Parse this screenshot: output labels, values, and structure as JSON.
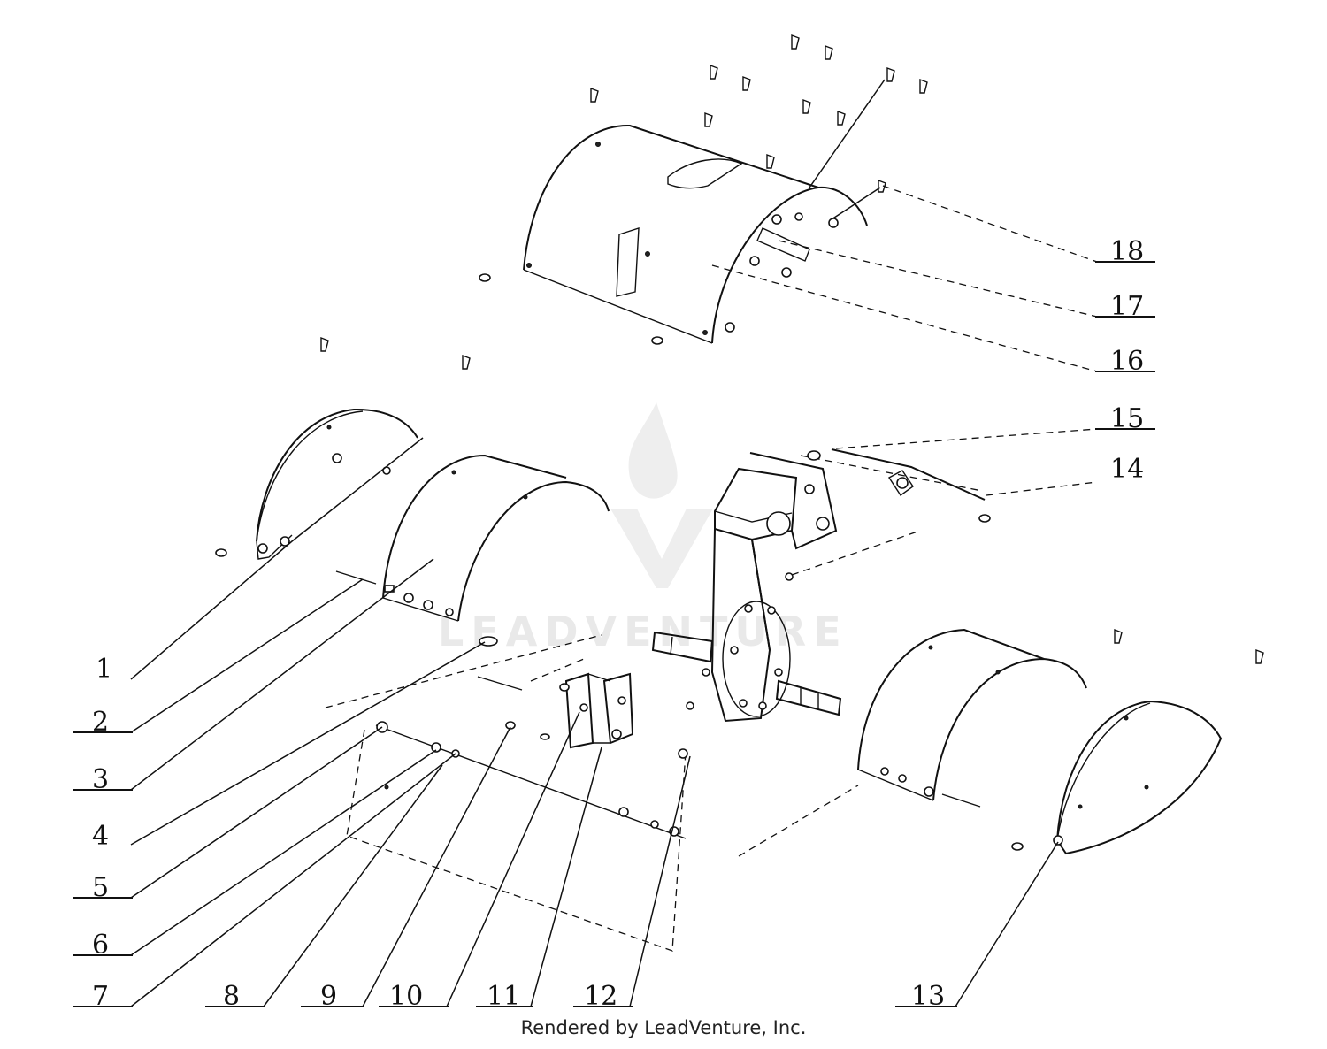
{
  "diagram": {
    "callouts": [
      {
        "label": "1"
      },
      {
        "label": "2"
      },
      {
        "label": "3"
      },
      {
        "label": "4"
      },
      {
        "label": "5"
      },
      {
        "label": "6"
      },
      {
        "label": "7"
      },
      {
        "label": "8"
      },
      {
        "label": "9"
      },
      {
        "label": "10"
      },
      {
        "label": "11"
      },
      {
        "label": "12"
      },
      {
        "label": "13"
      },
      {
        "label": "14"
      },
      {
        "label": "15"
      },
      {
        "label": "16"
      },
      {
        "label": "17"
      },
      {
        "label": "18"
      }
    ],
    "watermark": "LEADVENTURE"
  },
  "footer": {
    "credit": "Rendered by LeadVenture, Inc."
  }
}
